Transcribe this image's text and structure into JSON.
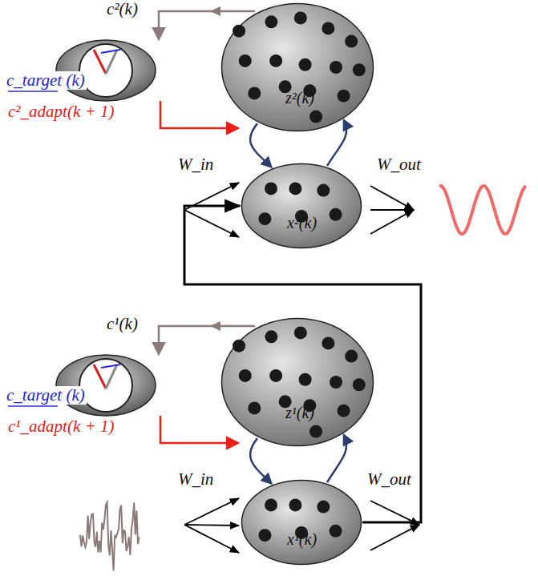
{
  "diagram": {
    "nodes": [
      {
        "text": [
          "z²(k)"
        ]
      },
      {
        "text": [
          "x²(k)"
        ]
      },
      {
        "text": [
          "z¹(k)"
        ]
      },
      {
        "text": [
          "x¹(k)"
        ]
      }
    ],
    "edges": [
      {
        "from": 0,
        "to": 1,
        "arrow": "to"
      },
      {
        "from": 1,
        "to": 0,
        "arrow": "to"
      },
      {
        "from": 2,
        "to": 3,
        "arrow": "to"
      },
      {
        "from": 3,
        "to": 2,
        "arrow": "to"
      },
      {
        "from": 3,
        "to": 1,
        "arrow": "to"
      }
    ],
    "labels": [
      "c²(k)",
      "c_target (k)",
      "c²_adapt(k + 1)",
      "W_in",
      "W_out",
      "c¹(k)",
      "c_target (k)",
      "c¹_adapt(k + 1)",
      "W_in",
      "W_out"
    ]
  }
}
